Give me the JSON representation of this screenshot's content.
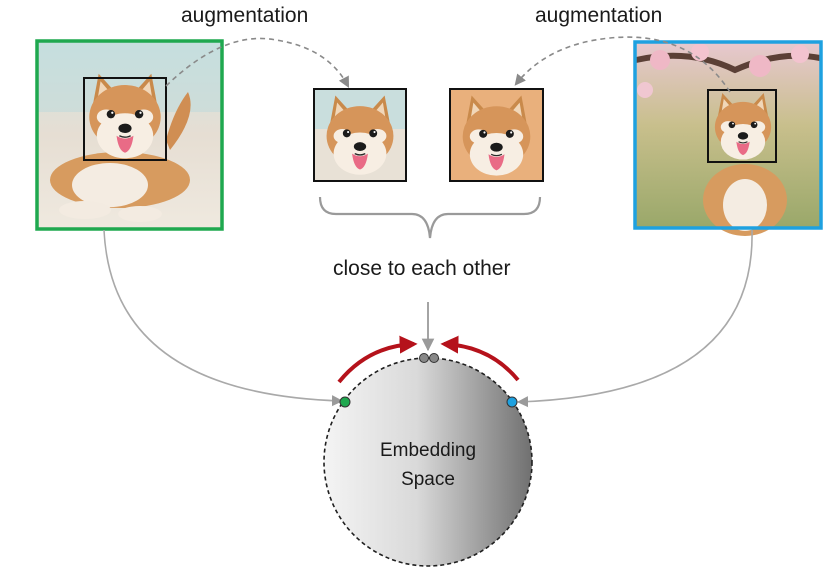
{
  "labels": {
    "augmentation_left": "augmentation",
    "augmentation_right": "augmentation",
    "close_to_each_other": "close to each other",
    "embedding_space_line1": "Embedding",
    "embedding_space_line2": "Space"
  },
  "colors": {
    "left_frame": "#1fa84f",
    "right_frame": "#1ea1e0",
    "pull_arrow": "#b5121b",
    "connector": "#a9a9a9",
    "left_point": "#1fa84f",
    "right_point": "#1ea1e0",
    "merged_points": "#888888"
  },
  "images": {
    "left_source": "shiba-lying-on-floor-photo",
    "right_source": "shiba-under-cherry-blossom-photo",
    "crop_left": "shiba-crop-from-left-photo",
    "crop_right": "shiba-crop-from-right-photo"
  }
}
